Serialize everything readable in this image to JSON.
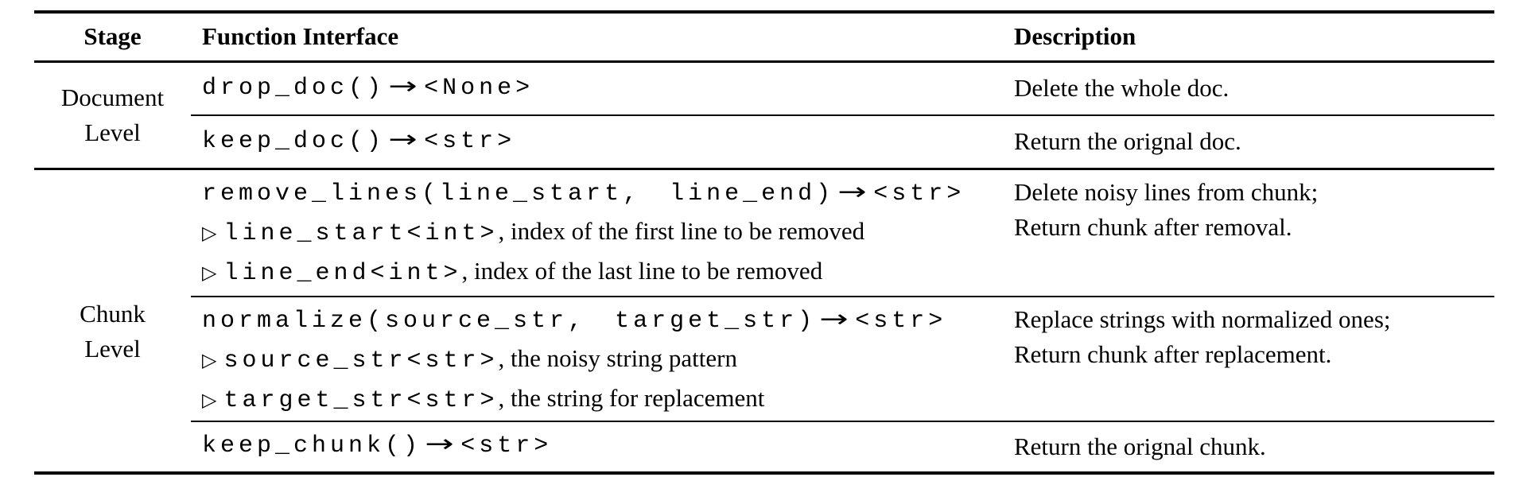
{
  "header": {
    "stage": "Stage",
    "function_interface": "Function Interface",
    "description": "Description"
  },
  "symbols": {
    "arrow": "→",
    "param_marker": "▷"
  },
  "stages": {
    "document": {
      "line1": "Document",
      "line2": "Level"
    },
    "chunk": {
      "line1": "Chunk",
      "line2": "Level"
    }
  },
  "functions": {
    "drop_doc": {
      "signature": "drop_doc()",
      "returns": "<None>",
      "description": [
        "Delete the whole doc."
      ]
    },
    "keep_doc": {
      "signature": "keep_doc()",
      "returns": "<str>",
      "description": [
        "Return the orignal doc."
      ]
    },
    "remove_lines": {
      "signature": "remove_lines(line_start, line_end)",
      "returns": "<str>",
      "params": [
        {
          "code": "line_start<int>",
          "text": ", index of the first line to be removed"
        },
        {
          "code": "line_end<int>",
          "text": ", index of the last line to be removed"
        }
      ],
      "description": [
        "Delete noisy lines from chunk;",
        "Return chunk after removal."
      ]
    },
    "normalize": {
      "signature": "normalize(source_str, target_str)",
      "returns": "<str>",
      "params": [
        {
          "code": "source_str<str>",
          "text": ", the noisy string pattern"
        },
        {
          "code": "target_str<str>",
          "text": ", the string for replacement"
        }
      ],
      "description": [
        "Replace strings with normalized ones;",
        "Return chunk after replacement."
      ]
    },
    "keep_chunk": {
      "signature": "keep_chunk()",
      "returns": "<str>",
      "description": [
        "Return the orignal chunk."
      ]
    }
  },
  "colors": {
    "text": "#000000",
    "background": "#ffffff",
    "rule": "#000000"
  }
}
